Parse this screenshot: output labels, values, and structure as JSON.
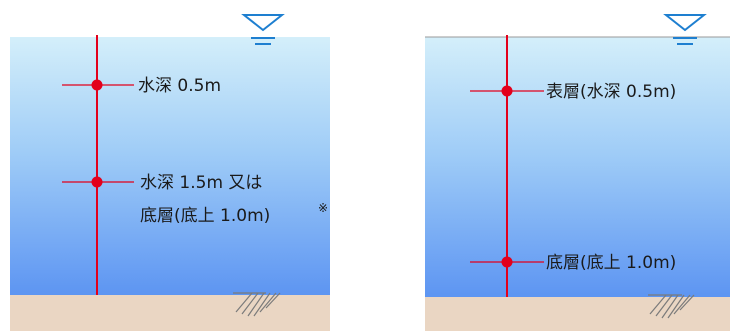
{
  "left_diagram": {
    "labels": {
      "depth_05": "水深 0.5m",
      "depth_15_line1": "水深 1.5m 又は",
      "depth_15_line2": "底層(底上 1.0m)",
      "note_mark": "※"
    }
  },
  "right_diagram": {
    "labels": {
      "surface": "表層(水深 0.5m)",
      "bottom": "底層(底上 1.0m)"
    }
  },
  "colors": {
    "water_top": "#d4effa",
    "water_bottom": "#5d95f2",
    "seabed": "#ead6c3",
    "sample_line": "#e3001b",
    "water_surface_symbol": "#1e7fd0",
    "hatch": "#7a7a7a"
  }
}
